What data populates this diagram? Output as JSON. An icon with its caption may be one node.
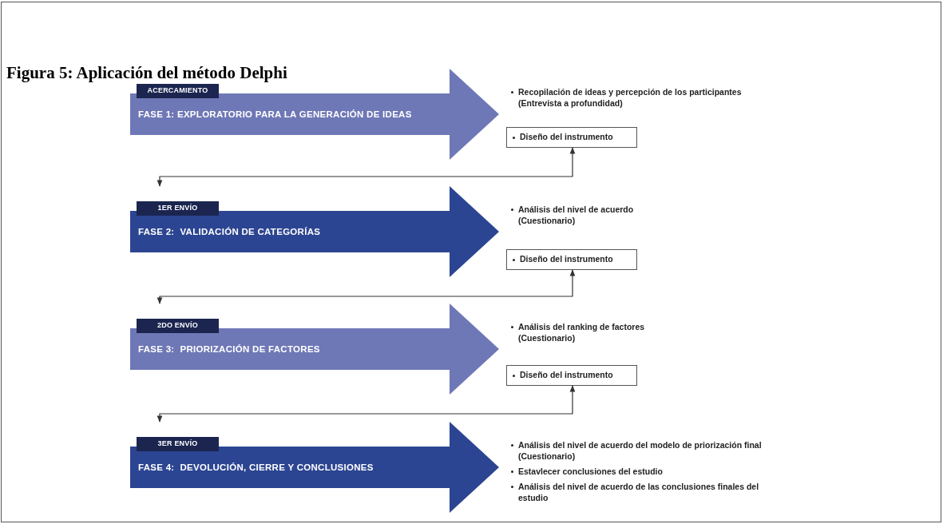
{
  "diagram": {
    "title": "Figura 5: Aplicación del método Delphi",
    "nodes": [
      {
        "text": [
          "ACERCAMIENTO",
          "FASE 1: EXPLORATORIO PARA LA GENERACIÓN DE IDEAS"
        ],
        "beside": [
          "Recopilación de ideas y percepción de los participantes (Entrevista a profundidad)"
        ]
      },
      {
        "text": [
          "Diseño del instrumento"
        ]
      },
      {
        "text": [
          "1ER ENVÍO",
          "FASE 2:  VALIDACIÓN DE CATEGORÍAS"
        ],
        "beside": [
          "Análisis del nivel de acuerdo (Cuestionario)"
        ]
      },
      {
        "text": [
          "Diseño del instrumento"
        ]
      },
      {
        "text": [
          "2DO ENVÍO",
          "FASE 3:  PRIORIZACIÓN DE FACTORES"
        ],
        "beside": [
          "Análisis del ranking de factores (Cuestionario)"
        ]
      },
      {
        "text": [
          "Diseño del instrumento"
        ]
      },
      {
        "text": [
          "3ER ENVÍO",
          "FASE 4:  DEVOLUCIÓN, CIERRE Y CONCLUSIONES"
        ],
        "beside": [
          "Análisis del nivel de acuerdo del modelo de priorización final (Cuestionario)",
          "Estavlecer conclusiones del estudio",
          "Análisis del nivel de acuerdo de las conclusiones finales del estudio"
        ]
      }
    ],
    "edges": [
      {
        "from": 1,
        "to": 2,
        "arrow": "both"
      },
      {
        "from": 3,
        "to": 4,
        "arrow": "both"
      },
      {
        "from": 5,
        "to": 6,
        "arrow": "both"
      }
    ]
  }
}
